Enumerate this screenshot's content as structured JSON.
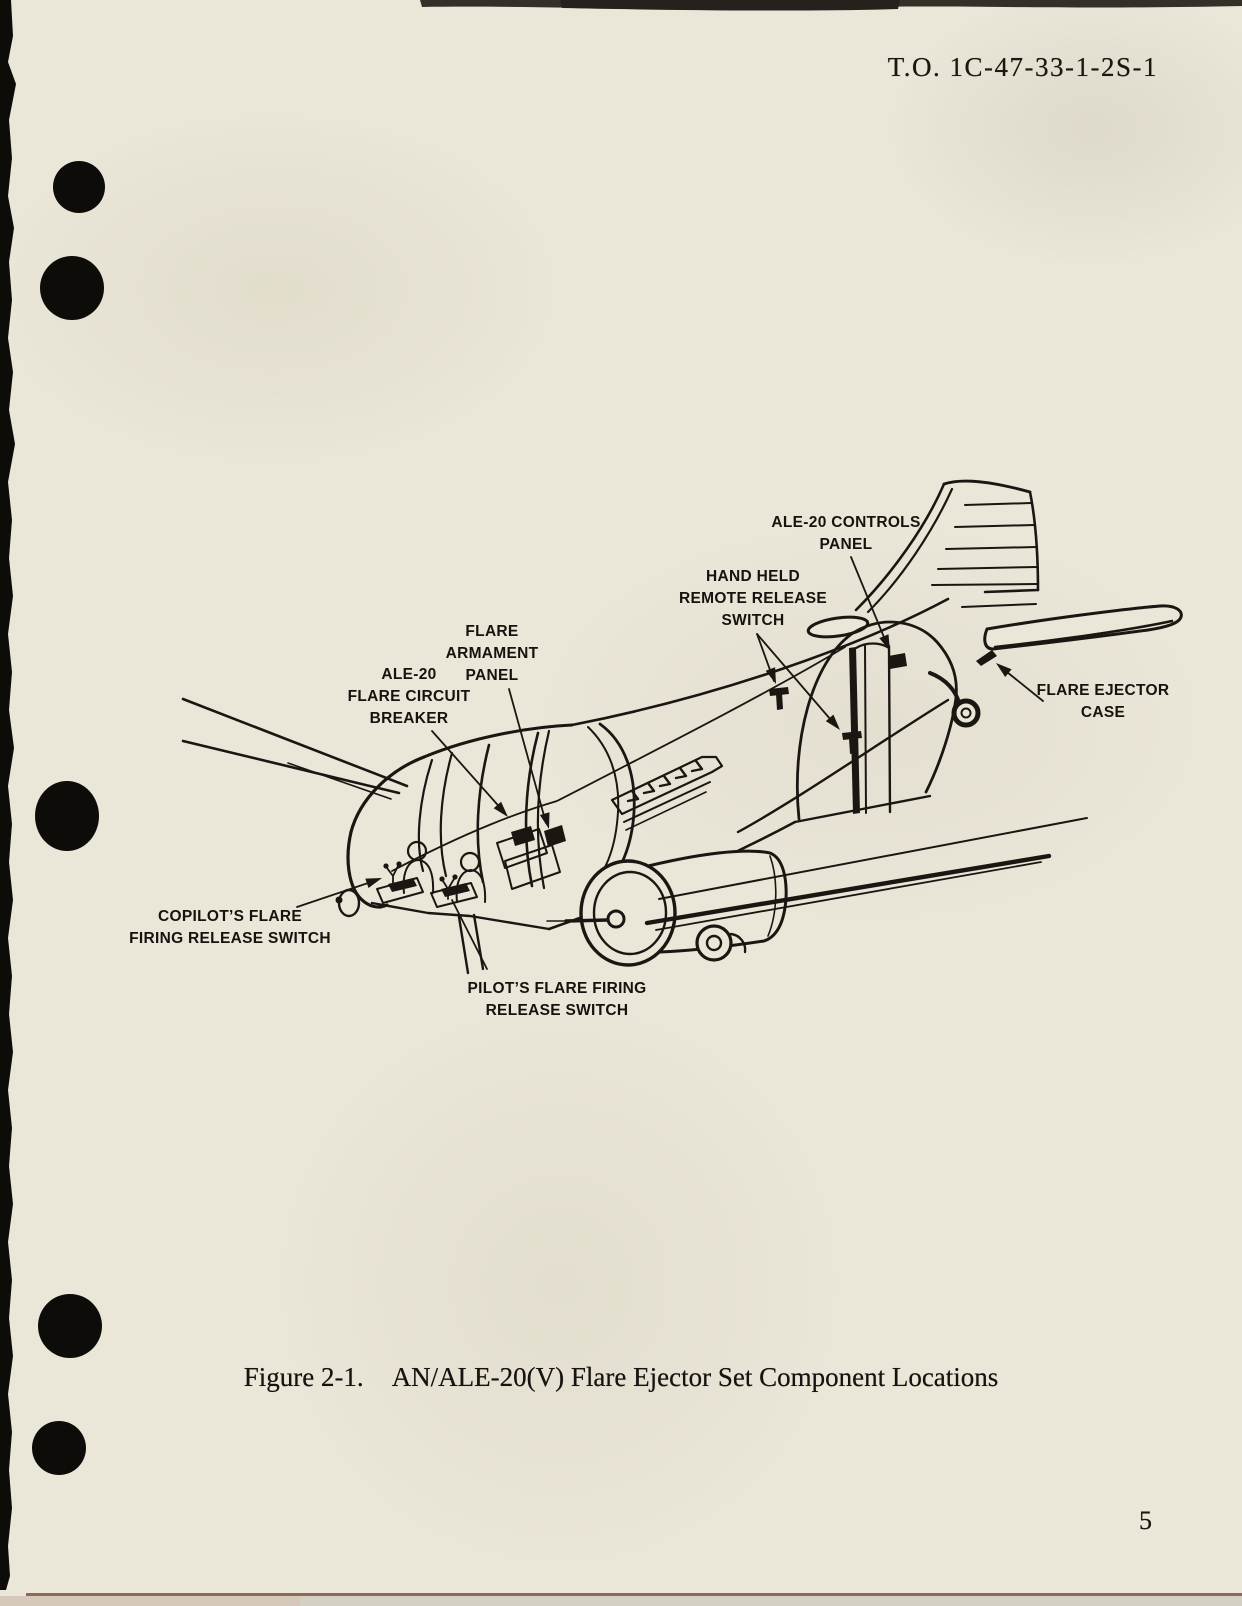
{
  "page": {
    "header_code": "T.O. 1C-47-33-1-2S-1",
    "page_number": "5",
    "figure_caption": {
      "label": "Figure 2-1.",
      "title": "AN/ALE-20(V) Flare Ejector Set Component Locations"
    }
  },
  "figure": {
    "description": "Cutaway line drawing of aircraft showing AN/ALE-20(V) flare ejector set component locations",
    "callouts": [
      {
        "id": "ale-20-controls-panel",
        "lines": [
          "ALE-20 CONTROLS",
          "PANEL"
        ]
      },
      {
        "id": "hand-held-remote-release-switch",
        "lines": [
          "HAND HELD",
          "REMOTE RELEASE",
          "SWITCH"
        ]
      },
      {
        "id": "flare-armament-panel",
        "lines": [
          "FLARE",
          "ARMAMENT",
          "PANEL"
        ]
      },
      {
        "id": "ale-20-flare-circuit-breaker",
        "lines": [
          "ALE-20",
          "FLARE CIRCUIT",
          "BREAKER"
        ]
      },
      {
        "id": "flare-ejector-case",
        "lines": [
          "FLARE EJECTOR",
          "CASE"
        ]
      },
      {
        "id": "copilots-flare-firing-release-switch",
        "lines": [
          "COPILOT’S FLARE",
          "FIRING RELEASE SWITCH"
        ]
      },
      {
        "id": "pilots-flare-firing-release-switch",
        "lines": [
          "PILOT’S FLARE FIRING",
          "RELEASE SWITCH"
        ]
      }
    ]
  },
  "colors": {
    "paper": "#eae6d8",
    "ink": "#1a1713",
    "edge_black": "#0d0c09",
    "bottom_edge_line": "#7d5340"
  }
}
